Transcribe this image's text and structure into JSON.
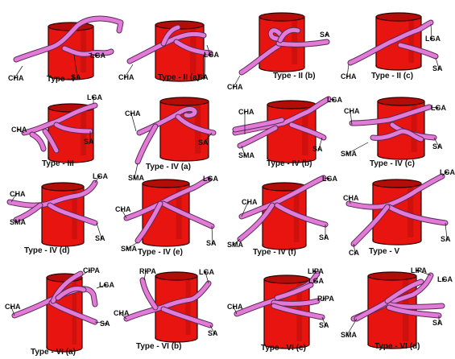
{
  "header_text": "",
  "colors": {
    "aorta": "#e8140f",
    "aorta_dark": "#b30d0a",
    "vessel": "#e27ad8",
    "vessel_outline": "#5a2a55",
    "ink": "#111111"
  },
  "panels": [
    {
      "title": "Type - I",
      "labels": [
        "CHA",
        "SA",
        "LGA"
      ]
    },
    {
      "title": "Type - II (a)",
      "labels": [
        "LGA",
        "CHA",
        "SA"
      ]
    },
    {
      "title": "Type - II (b)",
      "labels": [
        "SA",
        "CHA"
      ]
    },
    {
      "title": "Type - II (c)",
      "labels": [
        "LGA",
        "SA",
        "CHA"
      ]
    },
    {
      "title": "Type - III",
      "labels": [
        "LGA",
        "CHA",
        "SA"
      ]
    },
    {
      "title": "Type - IV (a)",
      "labels": [
        "CHA",
        "SA",
        "SMA"
      ]
    },
    {
      "title": "Type - IV (b)",
      "labels": [
        "LGA",
        "CHA",
        "SMA",
        "SA"
      ]
    },
    {
      "title": "Type - IV (c)",
      "labels": [
        "LGA",
        "CHA",
        "SA",
        "SMA"
      ]
    },
    {
      "title": "Type - IV (d)",
      "labels": [
        "LGA",
        "CHA",
        "SMA",
        "SA"
      ]
    },
    {
      "title": "Type - IV (e)",
      "labels": [
        "LGA",
        "CHA",
        "SMA",
        "SA"
      ]
    },
    {
      "title": "Type - IV (f)",
      "labels": [
        "LGA",
        "CHA",
        "SMA",
        "SA"
      ]
    },
    {
      "title": "Type - V",
      "labels": [
        "LGA",
        "CHA",
        "CA",
        "SA"
      ]
    },
    {
      "title": "Type - VI (a)",
      "labels": [
        "CIPA",
        "LGA",
        "CHA",
        "SA"
      ]
    },
    {
      "title": "Type - VI (b)",
      "labels": [
        "RIPA",
        "LGA",
        "CHA",
        "SA"
      ]
    },
    {
      "title": "Type - VI (c)",
      "labels": [
        "LIPA",
        "LGA",
        "RIPA",
        "CHA",
        "SA"
      ]
    },
    {
      "title": "Type - VI (d)",
      "labels": [
        "LIPA",
        "LGA",
        "SMA",
        "SA"
      ]
    }
  ]
}
